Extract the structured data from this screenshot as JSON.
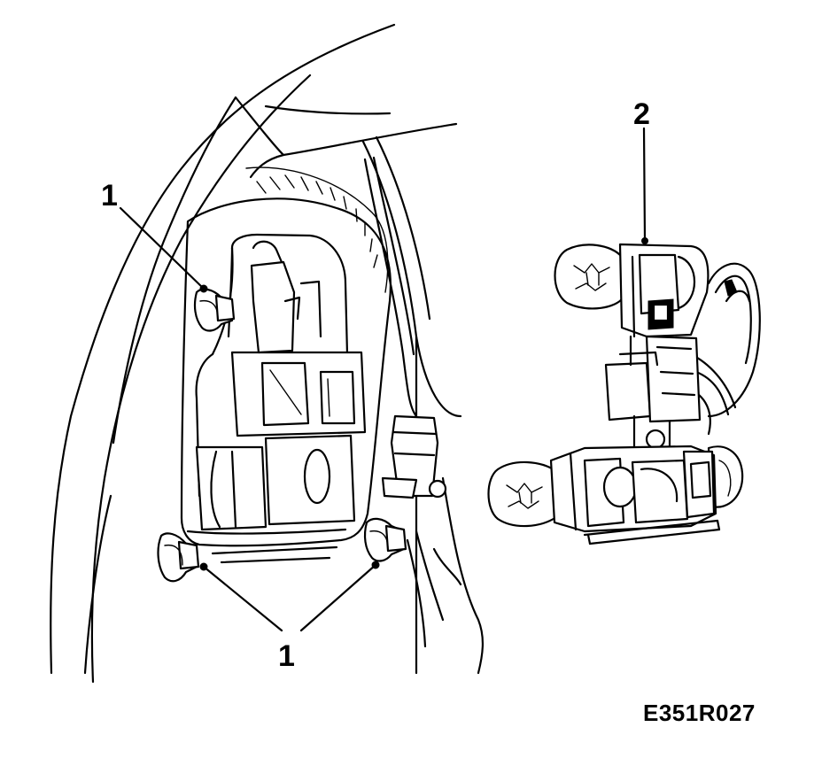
{
  "callouts": {
    "fasteners_top": "1",
    "fasteners_bottom": "1",
    "lamp_holder": "2"
  },
  "figure_code": "E351R027",
  "colors": {
    "ink": "#000000",
    "paper": "#ffffff"
  }
}
